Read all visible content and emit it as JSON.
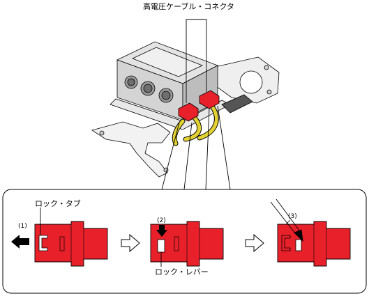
{
  "labels": {
    "title": "高電圧ケーブル・コネクタ",
    "lock_tab": "ロック・タブ",
    "lock_lever": "ロック・レバー"
  },
  "steps": [
    "(1)",
    "(2)",
    "(3)"
  ],
  "colors": {
    "connector_red": "#e8202a",
    "cable_yellow": "#e3d232",
    "outline": "#000000",
    "housing_gray": "#d4d4d4"
  }
}
